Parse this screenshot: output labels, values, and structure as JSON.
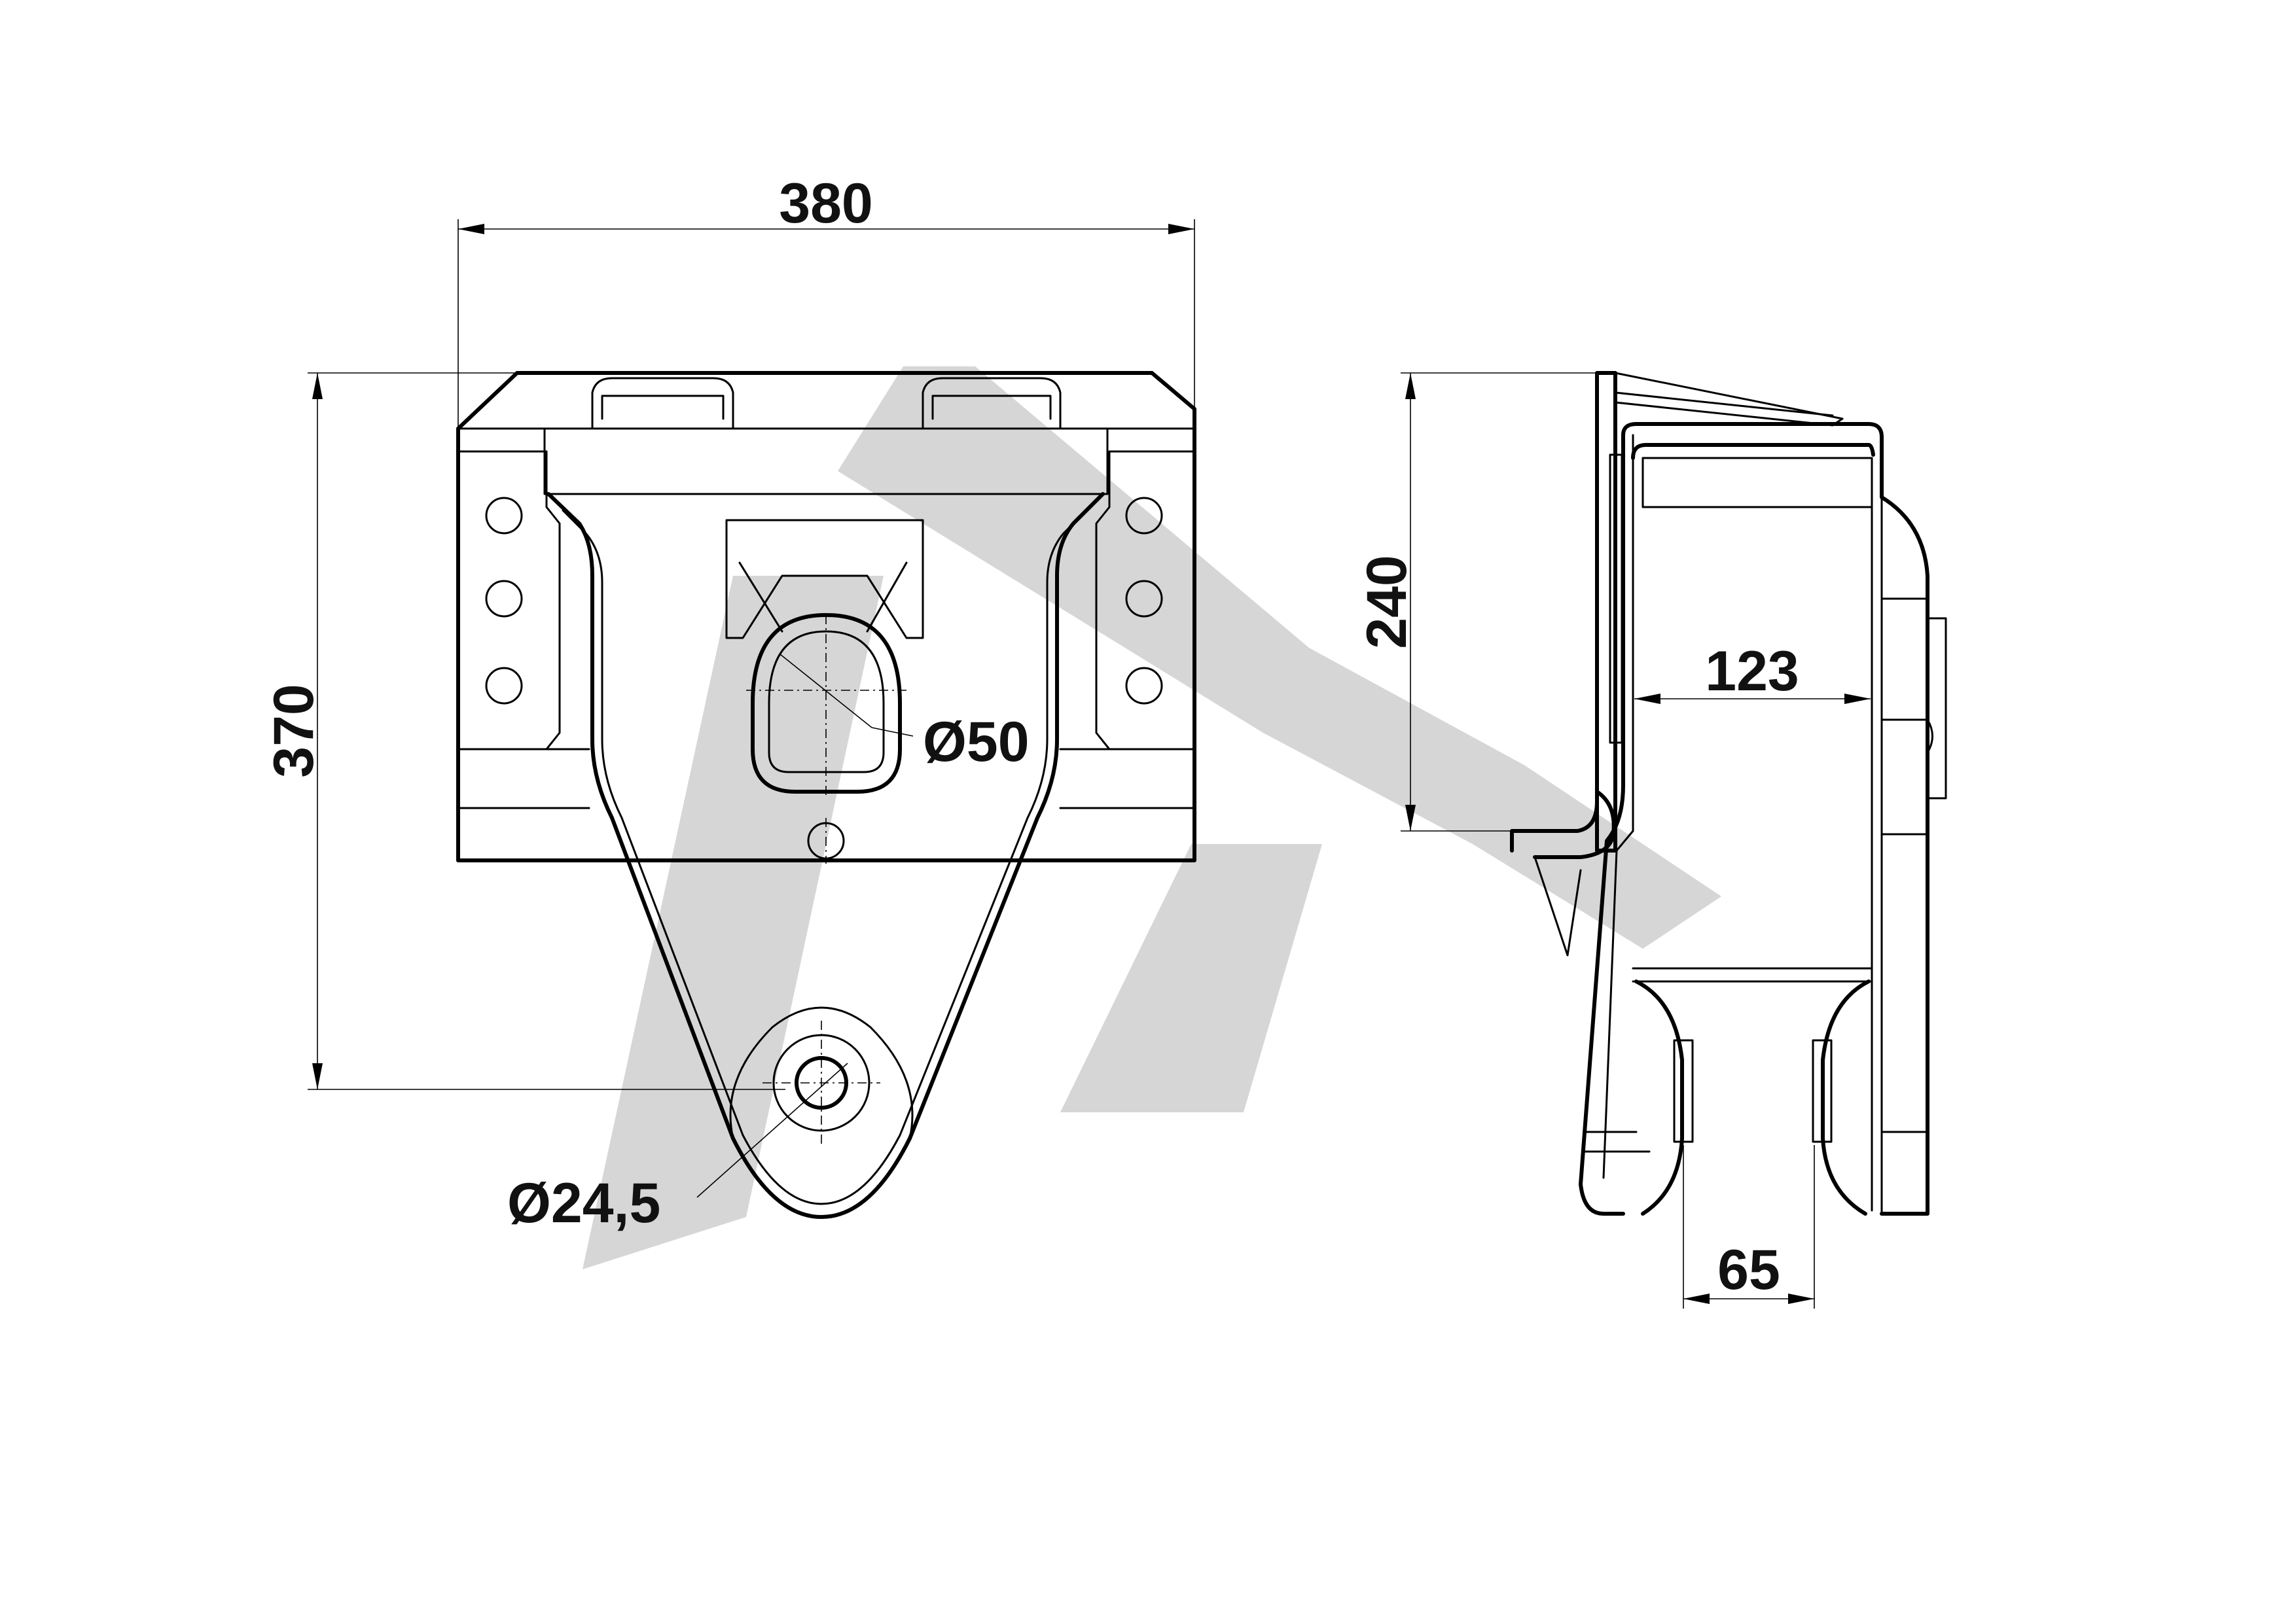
{
  "dimensions": {
    "front_width": "380",
    "front_height": "370",
    "side_height": "240",
    "side_inner_width": "123",
    "side_gap": "65"
  },
  "diameters": {
    "large_hole": "Ø50",
    "small_hole": "Ø24,5"
  },
  "colors": {
    "line": "#000000",
    "watermark": "#d6d6d6",
    "background": "#ffffff"
  }
}
